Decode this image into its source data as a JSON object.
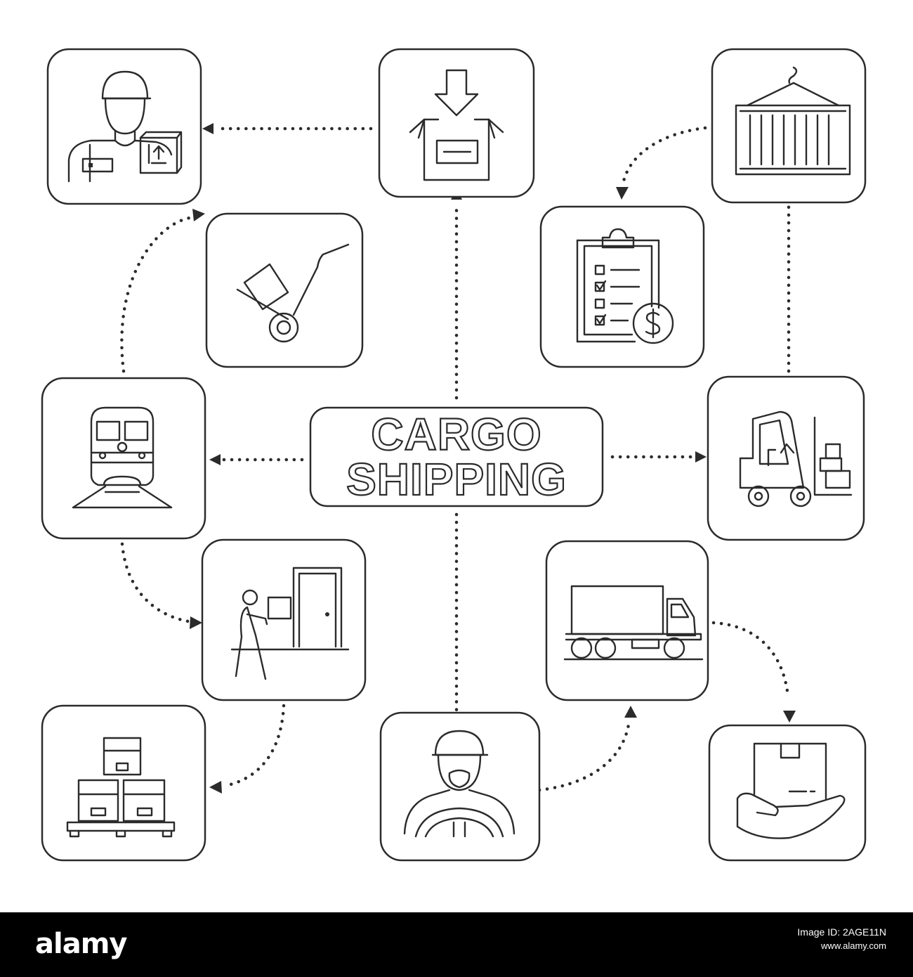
{
  "diagram": {
    "title_line1": "CARGO",
    "title_line2": "SHIPPING",
    "nodes": [
      {
        "id": "courier",
        "icon": "courier-with-parcel-icon"
      },
      {
        "id": "box-in",
        "icon": "box-drop-icon"
      },
      {
        "id": "container",
        "icon": "container-crane-icon"
      },
      {
        "id": "hand-truck",
        "icon": "hand-truck-icon"
      },
      {
        "id": "invoice",
        "icon": "checklist-invoice-icon"
      },
      {
        "id": "train",
        "icon": "freight-train-icon"
      },
      {
        "id": "forklift",
        "icon": "forklift-icon"
      },
      {
        "id": "delivery-man",
        "icon": "door-delivery-icon"
      },
      {
        "id": "truck",
        "icon": "delivery-truck-icon"
      },
      {
        "id": "pallet",
        "icon": "pallet-boxes-icon"
      },
      {
        "id": "driver",
        "icon": "truck-driver-icon"
      },
      {
        "id": "hand-box",
        "icon": "parcel-on-hand-icon"
      }
    ]
  },
  "footer": {
    "logo": "alamy",
    "image_id": "Image ID: 2AGE11N",
    "site": "www.alamy.com"
  },
  "colors": {
    "stroke": "#2b2b2b",
    "background": "#ffffff",
    "footer_bg": "#000000"
  }
}
